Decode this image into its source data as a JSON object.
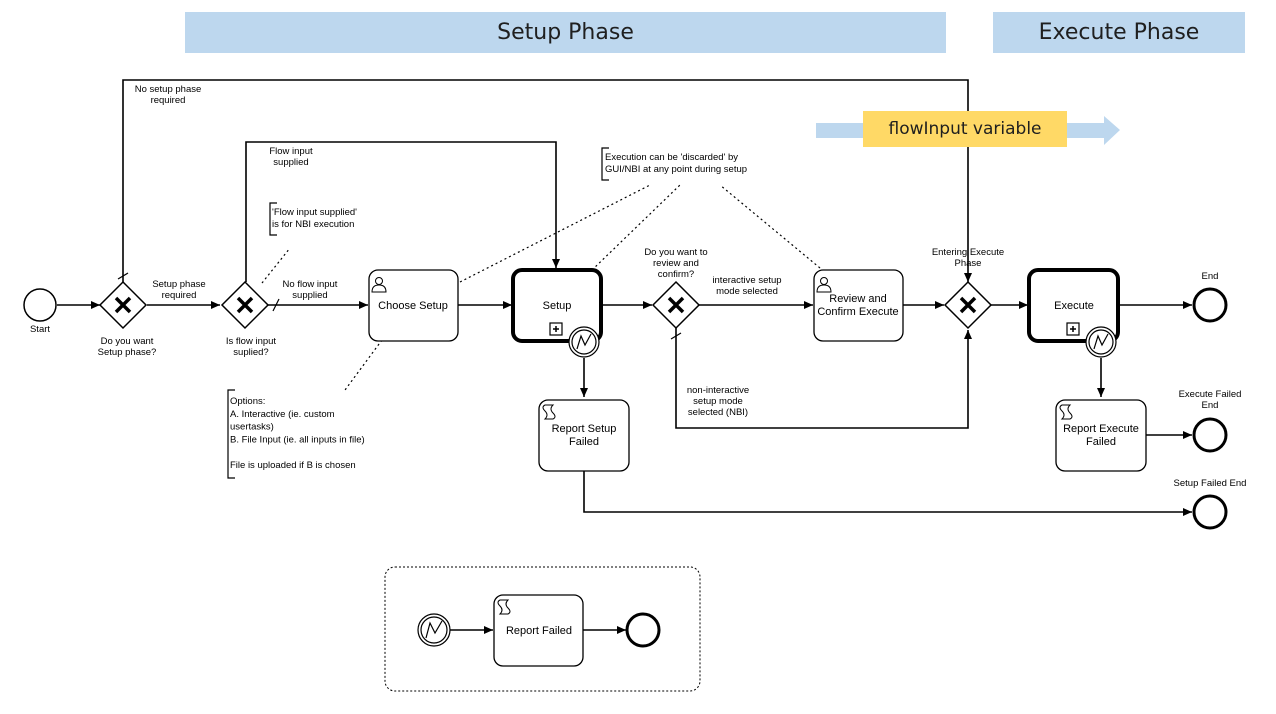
{
  "phases": {
    "setup": "Setup Phase",
    "execute": "Execute Phase"
  },
  "flow_variable": "flowInput variable",
  "events": {
    "start": "Start",
    "end": "End",
    "execute_failed_end": [
      "Execute Failed",
      "End"
    ],
    "setup_failed_end": "Setup Failed End"
  },
  "gateways": {
    "setup_phase": [
      "Do you want",
      "Setup phase?"
    ],
    "flow_input": [
      "Is flow input",
      "suplied?"
    ],
    "review": [
      "Do you want to",
      "review and",
      "confirm?"
    ],
    "entering_execute": [
      "Entering Execute",
      "Phase"
    ]
  },
  "tasks": {
    "choose_setup": [
      "Choose Setup"
    ],
    "setup": [
      "Setup"
    ],
    "review_confirm": [
      "Review and",
      "Confirm Execute"
    ],
    "execute": [
      "Execute"
    ],
    "report_setup_failed": [
      "Report Setup",
      "Failed"
    ],
    "report_execute_failed": [
      "Report Execute",
      "Failed"
    ],
    "report_failed": [
      "Report Failed"
    ]
  },
  "flow_labels": {
    "no_setup_required": [
      "No setup phase",
      "required"
    ],
    "setup_required": [
      "Setup phase",
      "required"
    ],
    "flow_input_supplied": [
      "Flow input",
      "supplied"
    ],
    "no_flow_input": [
      "No flow input",
      "supplied"
    ],
    "interactive_mode": [
      "interactive setup",
      "mode selected"
    ],
    "non_interactive_mode": [
      "non-interactive",
      "setup mode",
      "selected (NBI)"
    ]
  },
  "annotations": {
    "nbi_note": [
      "'Flow input supplied'",
      "is for NBI execution"
    ],
    "discard_note": [
      "Execution can be 'discarded' by",
      "GUI/NBI at any point during setup"
    ],
    "options_note": [
      "Options:",
      "A. Interactive (ie. custom",
      "usertasks)",
      "B. File Input (ie. all inputs in file)",
      "",
      "File is uploaded if B is chosen"
    ]
  },
  "colors": {
    "phase_bar": "#bdd7ee",
    "flow_variable": "#ffd966",
    "flow_arrow": "#bdd7ee",
    "stroke": "#000000"
  }
}
